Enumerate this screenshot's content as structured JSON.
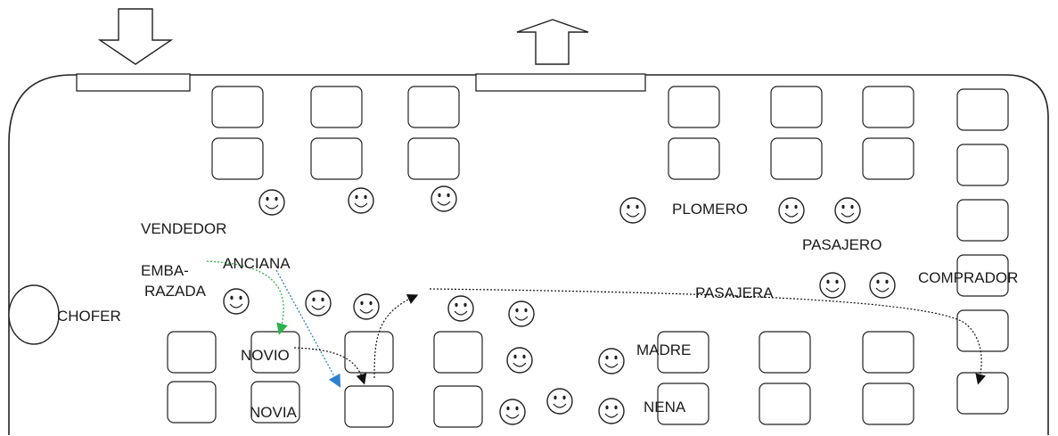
{
  "labels": {
    "chofer": "CHOFER",
    "vendedor": "VENDEDOR",
    "emba": "EMBA-",
    "razada": "RAZADA",
    "anciana": "ANCIANA",
    "novio": "NOVIO",
    "novia": "NOVIA",
    "plomero": "PLOMERO",
    "pasajero": "PASAJERO",
    "pasajera": "PASAJERA",
    "comprador": "COMPRADOR",
    "madre": "MADRE",
    "nena": "NENA"
  },
  "arrows": {
    "entry": "down-arrow",
    "exit": "up-arrow"
  },
  "colors": {
    "embarazada_path": "#2bb24c",
    "anciana_path": "#2f7fd0",
    "other_paths": "#111111"
  }
}
